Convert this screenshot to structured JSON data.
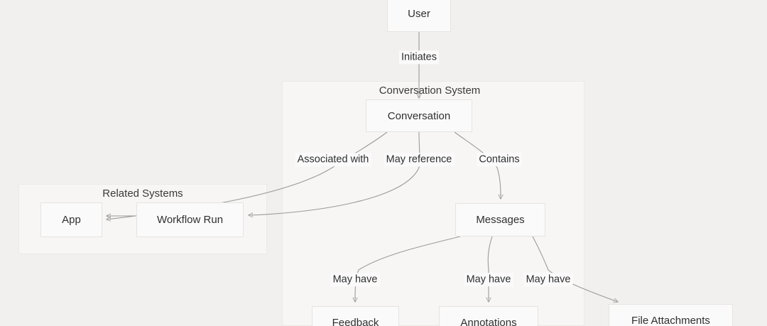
{
  "diagram": {
    "type": "flowchart",
    "background_color": "#f2f0ee",
    "node_fill": "#fbfafa",
    "node_stroke": "#e6e4e1",
    "edge_stroke": "#9b9b9b",
    "subgraph_fill": "#f7f6f5",
    "subgraphs": [
      {
        "id": "conversation_system",
        "title": "Conversation System"
      },
      {
        "id": "related_systems",
        "title": "Related Systems"
      }
    ],
    "nodes": [
      {
        "id": "user",
        "label": "User"
      },
      {
        "id": "conversation",
        "label": "Conversation"
      },
      {
        "id": "messages",
        "label": "Messages"
      },
      {
        "id": "app",
        "label": "App"
      },
      {
        "id": "workflow_run",
        "label": "Workflow Run"
      },
      {
        "id": "feedback",
        "label": "Feedback"
      },
      {
        "id": "annotations",
        "label": "Annotations"
      },
      {
        "id": "file_attachments",
        "label": "File Attachments"
      }
    ],
    "edges": [
      {
        "from": "user",
        "to": "conversation",
        "label": "Initiates"
      },
      {
        "from": "conversation",
        "to": "app",
        "label": "Associated with"
      },
      {
        "from": "conversation",
        "to": "workflow_run",
        "label": "May reference"
      },
      {
        "from": "conversation",
        "to": "messages",
        "label": "Contains"
      },
      {
        "from": "workflow_run",
        "to": "app",
        "label": ""
      },
      {
        "from": "messages",
        "to": "feedback",
        "label": "May have"
      },
      {
        "from": "messages",
        "to": "annotations",
        "label": "May have"
      },
      {
        "from": "messages",
        "to": "file_attachments",
        "label": "May have"
      }
    ]
  }
}
